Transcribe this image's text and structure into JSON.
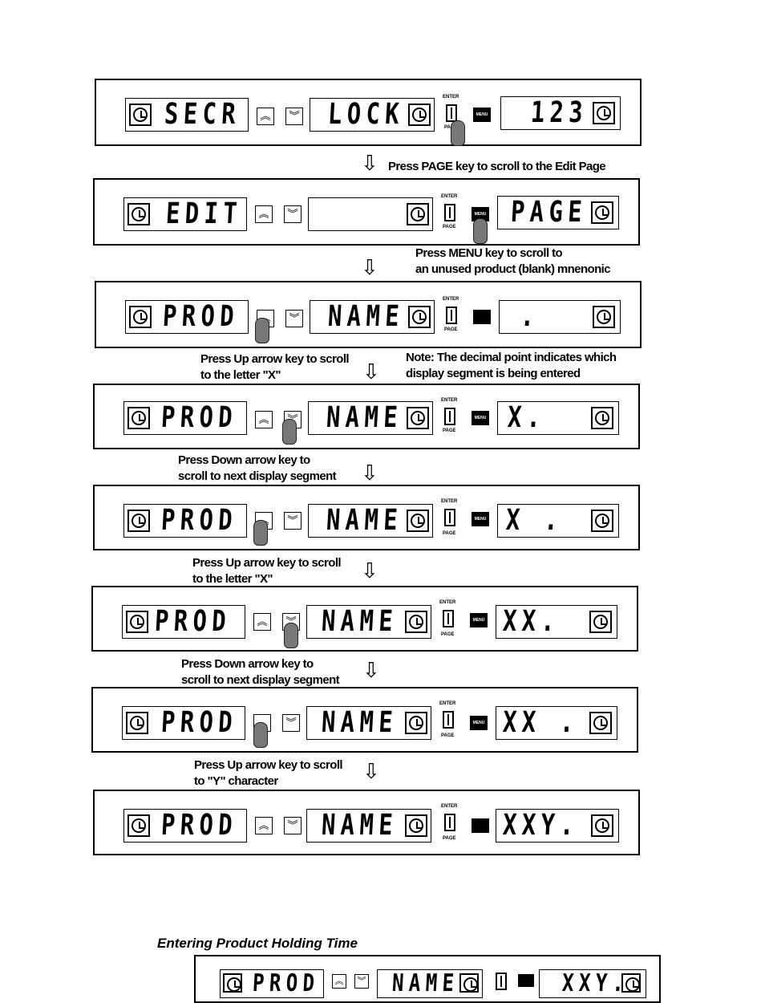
{
  "steps": [
    {
      "left": "SECR",
      "mid": "LOCK",
      "right": "123"
    },
    {
      "left": "EDIT",
      "mid": "",
      "right": "PAGE"
    },
    {
      "left": "PROD",
      "mid": "NAME",
      "right": "."
    },
    {
      "left": "PROD",
      "mid": "NAME",
      "right": "X."
    },
    {
      "left": "PROD",
      "mid": "NAME",
      "right": "X ."
    },
    {
      "left": "PROD",
      "mid": "NAME",
      "right": "XX."
    },
    {
      "left": "PROD",
      "mid": "NAME",
      "right": "XX ."
    },
    {
      "left": "PROD",
      "mid": "NAME",
      "right": "XXY."
    }
  ],
  "keys": {
    "enter": "ENTER",
    "page": "PAGE",
    "menu": "MENU"
  },
  "notes": {
    "n1": "Press PAGE key to scroll to the Edit Page",
    "n2a": "Press MENU key to scroll to",
    "n2b": "an unused product (blank) mnenonic",
    "n3a": "Press Up arrow key to scroll",
    "n3b": "to the letter \"X\"",
    "n3c": "Note: The decimal point indicates which",
    "n3d": "display segment is being entered",
    "n4a": "Press Down arrow key to",
    "n4b": "scroll to next display segment",
    "n5a": "Press Up arrow key to scroll",
    "n5b": "to the letter \"X\"",
    "n6a": "Press Down arrow key to",
    "n6b": "scroll to next display segment",
    "n7a": "Press Up arrow key to scroll",
    "n7b": "to \"Y\" character"
  },
  "section_heading": "Entering Product Holding Time",
  "bottom": {
    "left": "PROD",
    "mid": "NAME",
    "right": "XXY."
  }
}
